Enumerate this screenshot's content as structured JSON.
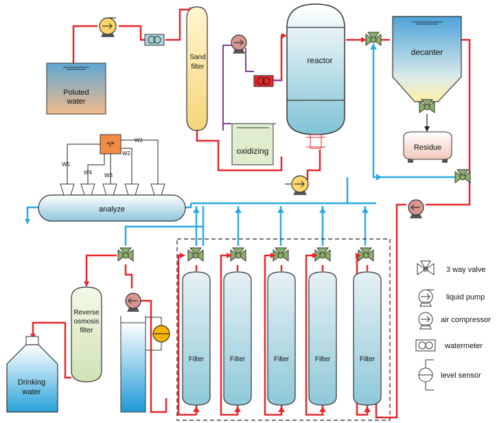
{
  "labels": {
    "polluted_water": [
      "Poluted",
      "water"
    ],
    "sand_filter": [
      "Sand",
      "filter"
    ],
    "oxidizing": "oxidizing",
    "reactor": "reactor",
    "decanter": "decanter",
    "residue": "Residue",
    "analyze": "analyze",
    "analyzer_symbol": "*/*",
    "w1": "W1",
    "w2": "W2",
    "w3": "W3",
    "w4": "W4",
    "w5": "W5",
    "filter": "Filter",
    "reverse_osmosis": [
      "Reverse",
      "osmosis",
      "filter"
    ],
    "drinking_water": [
      "Drinking",
      "water"
    ]
  },
  "legend": [
    {
      "icon": "three-way-valve-icon",
      "label": "3 way valve"
    },
    {
      "icon": "liquid-pump-icon",
      "label": "liquid pump"
    },
    {
      "icon": "air-compressor-icon",
      "label": "air compressor"
    },
    {
      "icon": "watermeter-icon",
      "label": "watermeter"
    },
    {
      "icon": "level-sensor-icon",
      "label": "level sensor"
    }
  ],
  "colors": {
    "red_line": "#e8252a",
    "blue_line": "#29aae1",
    "purple_line": "#7b3f98",
    "filter_fill": "#a8d3e0",
    "valve_green": "#8bb06a"
  }
}
